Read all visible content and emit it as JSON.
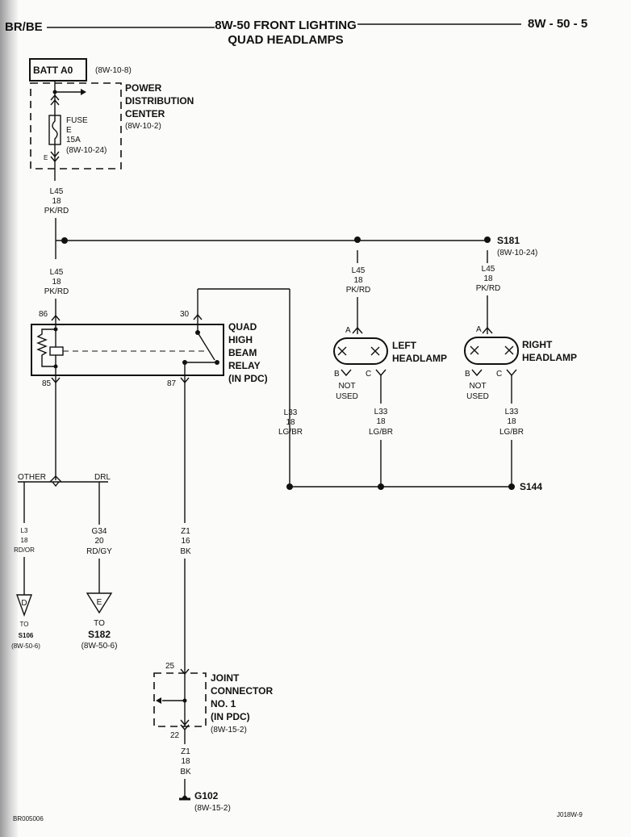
{
  "header": {
    "left": "BR/BE",
    "title": "8W-50 FRONT LIGHTING",
    "subtitle": "QUAD HEADLAMPS",
    "page": "8W - 50 - 5"
  },
  "batt": {
    "label": "BATT A0",
    "ref": "(8W-10-8)"
  },
  "pdc": {
    "name": [
      "POWER",
      "DISTRIBUTION",
      "CENTER"
    ],
    "ref": "(8W-10-2)",
    "fuse": [
      "FUSE",
      "E",
      "15A",
      "(8W-10-24)"
    ],
    "pin": "E"
  },
  "wires": {
    "l45_top": [
      "L45",
      "18",
      "PK/RD"
    ],
    "l45_relay": [
      "L45",
      "18",
      "PK/RD"
    ],
    "l45_left": [
      "L45",
      "18",
      "PK/RD"
    ],
    "l45_right": [
      "L45",
      "18",
      "PK/RD"
    ],
    "l33_relay": [
      "L33",
      "18",
      "LG/BR"
    ],
    "l33_left": [
      "L33",
      "18",
      "LG/BR"
    ],
    "l33_right": [
      "L33",
      "18",
      "LG/BR"
    ],
    "l3": [
      "L3",
      "18",
      "RD/OR"
    ],
    "g34": [
      "G34",
      "20",
      "RD/GY"
    ],
    "z1_top": [
      "Z1",
      "16",
      "BK"
    ],
    "z1_bot": [
      "Z1",
      "18",
      "BK"
    ]
  },
  "splices": {
    "s181": {
      "label": "S181",
      "ref": "(8W-10-24)"
    },
    "s144": {
      "label": "S144"
    }
  },
  "relay": {
    "name": [
      "QUAD",
      "HIGH",
      "BEAM",
      "RELAY",
      "(IN PDC)"
    ],
    "pins": {
      "p86": "86",
      "p30": "30",
      "p85": "85",
      "p87": "87"
    }
  },
  "left_headlamp": {
    "name": [
      "LEFT",
      "HEADLAMP"
    ],
    "pin_a": "A",
    "pin_b": "B",
    "pin_c": "C",
    "not_used": [
      "NOT",
      "USED"
    ]
  },
  "right_headlamp": {
    "name": [
      "RIGHT",
      "HEADLAMP"
    ],
    "pin_a": "A",
    "pin_b": "B",
    "pin_c": "C",
    "not_used": [
      "NOT",
      "USED"
    ]
  },
  "branch": {
    "other": "OTHER",
    "drl": "DRL"
  },
  "conn_d": {
    "letter": "D",
    "to": "TO",
    "label": "S106",
    "ref": "(8W-50-6)"
  },
  "conn_e": {
    "letter": "E",
    "to": "TO",
    "label": "S182",
    "ref": "(8W-50-6)"
  },
  "joint": {
    "name": [
      "JOINT",
      "CONNECTOR",
      "NO. 1",
      "(IN PDC)"
    ],
    "ref": "(8W-15-2)",
    "pin_top": "25",
    "pin_bot": "22"
  },
  "ground": {
    "label": "G102",
    "ref": "(8W-15-2)"
  },
  "footer": {
    "left_code": "BR005006",
    "right_code": "J018W-9"
  }
}
